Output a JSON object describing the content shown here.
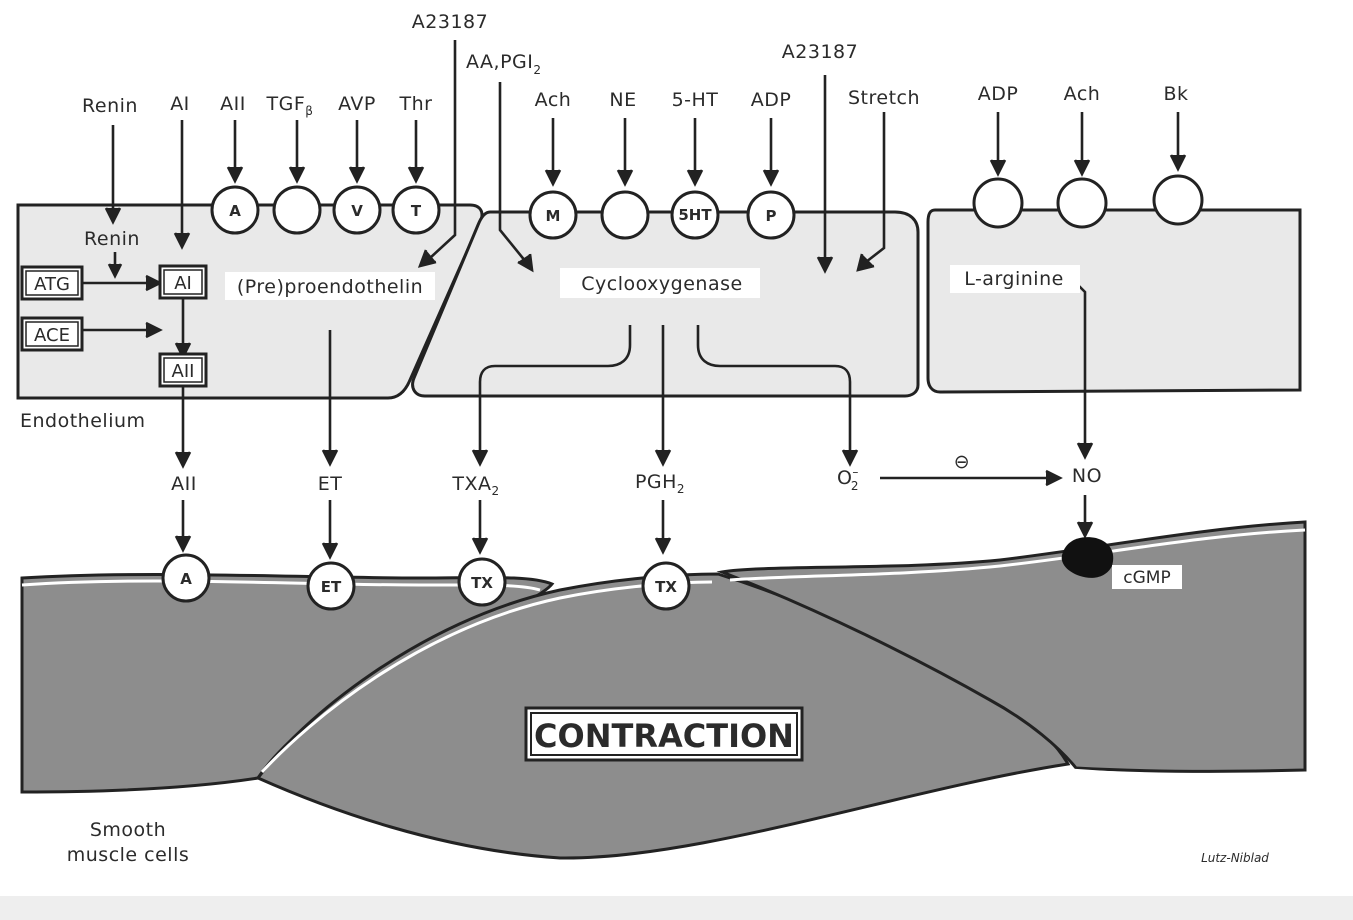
{
  "labels": {
    "a23187_left": "A23187",
    "aa_pgi2": "AA,PGI",
    "aa_pgi2_sub": "2",
    "a23187_right": "A23187",
    "renin_top": "Renin",
    "ai_top": "AI",
    "aii_top": "AII",
    "tgf": "TGF",
    "tgf_sub": "β",
    "avp": "AVP",
    "thr": "Thr",
    "ach_mid": "Ach",
    "ne": "NE",
    "ht5": "5-HT",
    "adp_mid": "ADP",
    "stretch": "Stretch",
    "adp_right": "ADP",
    "ach_right": "Ach",
    "bk": "Bk",
    "renin_inner": "Renin",
    "atg": "ATG",
    "ace": "ACE",
    "ai_box": "AI",
    "aii_box": "AII",
    "preproendothelin": "(Pre)proendothelin",
    "cyclooxygenase": "Cyclooxygenase",
    "l_arginine": "L-arginine",
    "endothelium": "Endothelium",
    "aii_mid": "AII",
    "et_mid": "ET",
    "txa2": "TXA",
    "txa2_sub": "2",
    "pgh2": "PGH",
    "pgh2_sub": "2",
    "o2": "O",
    "o2_sup": "–",
    "o2_sub": "2",
    "inhibit": "⊖",
    "no": "NO",
    "cgmp": "cGMP",
    "contraction": "CONTRACTION",
    "smooth1": "Smooth",
    "smooth2": "muscle cells",
    "signature": "Lutz-Niblad"
  },
  "receptors_top": [
    "A",
    "",
    "V",
    "T",
    "M",
    "",
    "5HT",
    "P",
    "",
    "",
    ""
  ],
  "receptors_bottom": [
    "A",
    "ET",
    "TX",
    "TX"
  ],
  "colors": {
    "endothelium_fill": "#e9e9e9",
    "smooth_muscle_fill": "#8d8d8d",
    "line": "#222222",
    "background": "#ffffff"
  }
}
